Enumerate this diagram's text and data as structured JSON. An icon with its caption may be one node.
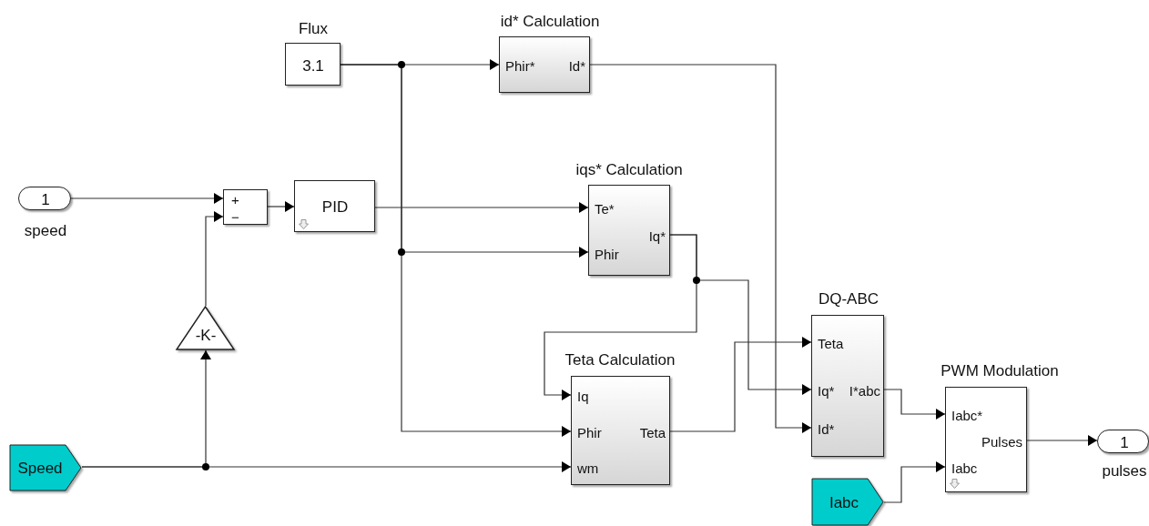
{
  "diagram": {
    "nodes": [
      {
        "text": [
          "1"
        ],
        "beside": [
          "speed"
        ]
      },
      {
        "text": [
          "+",
          "−"
        ]
      },
      {
        "text": [
          "PID"
        ]
      },
      {
        "text": [
          "Flux",
          "3.1"
        ]
      },
      {
        "text": [
          "id* Calculation",
          "Phir*",
          "Id*"
        ]
      },
      {
        "text": [
          "iqs* Calculation",
          "Te*",
          "Phir",
          "Iq*"
        ]
      },
      {
        "text": [
          "-K-"
        ]
      },
      {
        "text": [
          "Teta Calculation",
          "Iq",
          "Phir",
          "wm",
          "Teta"
        ]
      },
      {
        "text": [
          "DQ-ABC",
          "Teta",
          "Iq*",
          "Id*",
          "I*abc"
        ]
      },
      {
        "text": [
          "PWM Modulation",
          "Iabc*",
          "Iabc",
          "Pulses"
        ]
      },
      {
        "text": [
          "Speed"
        ]
      },
      {
        "text": [
          "Iabc"
        ]
      },
      {
        "text": [
          "1"
        ],
        "beside": [
          "pulses"
        ]
      }
    ],
    "edges": [
      {
        "from": 0,
        "to": 1,
        "arrow": "to"
      },
      {
        "from": 1,
        "to": 2,
        "arrow": "to"
      },
      {
        "from": 2,
        "to": 5,
        "arrow": "to"
      },
      {
        "from": 3,
        "to": 4,
        "arrow": "to"
      },
      {
        "from": 3,
        "to": 5,
        "arrow": "to"
      },
      {
        "from": 3,
        "to": 7,
        "arrow": "to"
      },
      {
        "from": 4,
        "to": 8,
        "arrow": "to"
      },
      {
        "from": 5,
        "to": 8,
        "arrow": "to"
      },
      {
        "from": 5,
        "to": 7,
        "arrow": "to"
      },
      {
        "from": 7,
        "to": 8,
        "arrow": "to"
      },
      {
        "from": 10,
        "to": 7,
        "arrow": "to"
      },
      {
        "from": 10,
        "to": 6,
        "arrow": "to"
      },
      {
        "from": 6,
        "to": 1,
        "arrow": "to"
      },
      {
        "from": 8,
        "to": 9,
        "arrow": "to"
      },
      {
        "from": 11,
        "to": 9,
        "arrow": "to"
      },
      {
        "from": 9,
        "to": 12,
        "arrow": "to"
      }
    ]
  }
}
